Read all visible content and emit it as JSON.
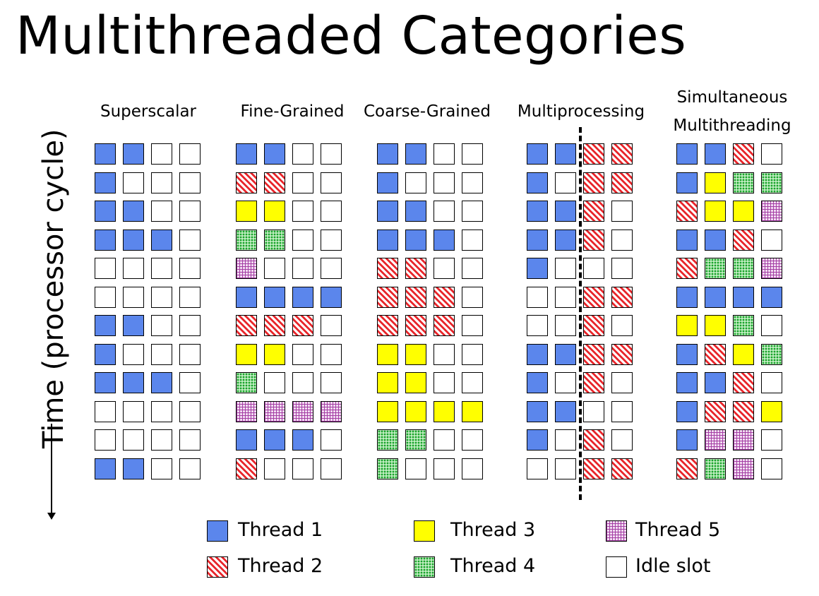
{
  "title": "Multithreaded Categories",
  "axis_label": "Time (processor cycle)",
  "categories": [
    {
      "name": "Superscalar",
      "rows": [
        [
          1,
          1,
          0,
          0
        ],
        [
          1,
          0,
          0,
          0
        ],
        [
          1,
          1,
          0,
          0
        ],
        [
          1,
          1,
          1,
          0
        ],
        [
          0,
          0,
          0,
          0
        ],
        [
          0,
          0,
          0,
          0
        ],
        [
          1,
          1,
          0,
          0
        ],
        [
          1,
          0,
          0,
          0
        ],
        [
          1,
          1,
          1,
          0
        ],
        [
          0,
          0,
          0,
          0
        ],
        [
          0,
          0,
          0,
          0
        ],
        [
          1,
          1,
          0,
          0
        ]
      ]
    },
    {
      "name": "Fine-Grained",
      "rows": [
        [
          1,
          1,
          0,
          0
        ],
        [
          2,
          2,
          0,
          0
        ],
        [
          3,
          3,
          0,
          0
        ],
        [
          4,
          4,
          0,
          0
        ],
        [
          5,
          0,
          0,
          0
        ],
        [
          1,
          1,
          1,
          1
        ],
        [
          2,
          2,
          2,
          0
        ],
        [
          3,
          3,
          0,
          0
        ],
        [
          4,
          0,
          0,
          0
        ],
        [
          5,
          5,
          5,
          5
        ],
        [
          1,
          1,
          1,
          0
        ],
        [
          2,
          0,
          0,
          0
        ]
      ]
    },
    {
      "name": "Coarse-Grained",
      "rows": [
        [
          1,
          1,
          0,
          0
        ],
        [
          1,
          0,
          0,
          0
        ],
        [
          1,
          1,
          0,
          0
        ],
        [
          1,
          1,
          1,
          0
        ],
        [
          2,
          2,
          0,
          0
        ],
        [
          2,
          2,
          2,
          0
        ],
        [
          2,
          2,
          2,
          0
        ],
        [
          3,
          3,
          0,
          0
        ],
        [
          3,
          3,
          0,
          0
        ],
        [
          3,
          3,
          3,
          3
        ],
        [
          4,
          4,
          0,
          0
        ],
        [
          4,
          0,
          0,
          0
        ]
      ]
    },
    {
      "name": "Multiprocessing",
      "rows": [
        [
          1,
          1,
          2,
          2
        ],
        [
          1,
          0,
          2,
          2
        ],
        [
          1,
          1,
          2,
          0
        ],
        [
          1,
          1,
          2,
          0
        ],
        [
          1,
          0,
          0,
          0
        ],
        [
          0,
          0,
          2,
          2
        ],
        [
          0,
          0,
          2,
          0
        ],
        [
          1,
          1,
          2,
          2
        ],
        [
          1,
          0,
          2,
          0
        ],
        [
          1,
          1,
          0,
          0
        ],
        [
          1,
          0,
          2,
          0
        ],
        [
          0,
          0,
          2,
          2
        ]
      ]
    },
    {
      "name": "Simultaneous Multithreading",
      "name_line1": "Simultaneous",
      "name_line2": "Multithreading",
      "rows": [
        [
          1,
          1,
          2,
          0
        ],
        [
          1,
          3,
          4,
          4
        ],
        [
          2,
          3,
          3,
          5
        ],
        [
          1,
          1,
          2,
          0
        ],
        [
          2,
          4,
          4,
          5
        ],
        [
          1,
          1,
          1,
          1
        ],
        [
          3,
          3,
          4,
          0
        ],
        [
          1,
          2,
          3,
          4
        ],
        [
          1,
          1,
          2,
          0
        ],
        [
          1,
          2,
          2,
          3
        ],
        [
          1,
          5,
          5,
          0
        ],
        [
          2,
          4,
          5,
          0
        ]
      ]
    }
  ],
  "legend": [
    {
      "label": "Thread 1",
      "type": 1
    },
    {
      "label": "Thread 2",
      "type": 2
    },
    {
      "label": "Thread 3",
      "type": 3
    },
    {
      "label": "Thread 4",
      "type": 4
    },
    {
      "label": "Thread 5",
      "type": 5
    },
    {
      "label": "Idle slot",
      "type": 0
    }
  ],
  "colors": {
    "thread1": "#5b86ec",
    "thread2": "#e8262b",
    "thread3": "#ffff00",
    "thread4": "#19a32b",
    "thread5": "#a43ea4",
    "idle": "#ffffff"
  }
}
